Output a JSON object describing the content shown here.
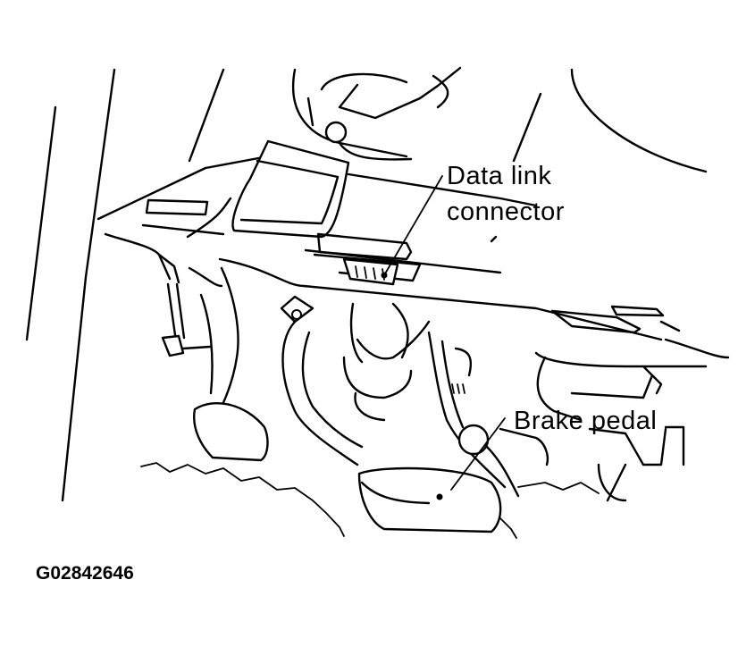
{
  "labels": {
    "data_link_line1": "Data link",
    "data_link_line2": "connector",
    "brake_pedal": "Brake pedal"
  },
  "figure_id": "G02842646",
  "colors": {
    "ink": "#000000",
    "paper": "#ffffff"
  }
}
